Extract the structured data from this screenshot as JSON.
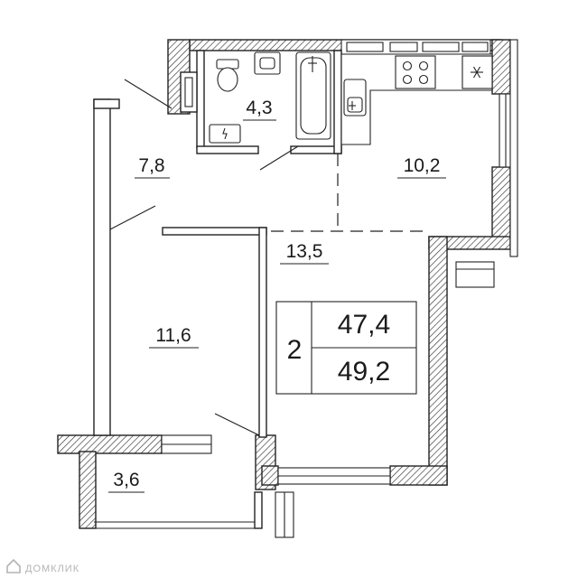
{
  "rooms": [
    {
      "id": "bathroom",
      "area": "4,3"
    },
    {
      "id": "hall",
      "area": "7,8"
    },
    {
      "id": "kitchen",
      "area": "10,2"
    },
    {
      "id": "living",
      "area": "13,5"
    },
    {
      "id": "bedroom",
      "area": "11,6"
    },
    {
      "id": "balcony",
      "area": "3,6"
    }
  ],
  "summary": {
    "rooms_count": "2",
    "living_area": "47,4",
    "total_area": "49,2"
  },
  "watermark": {
    "text": "ДОМКЛИК",
    "icon": "house-logo-icon"
  }
}
